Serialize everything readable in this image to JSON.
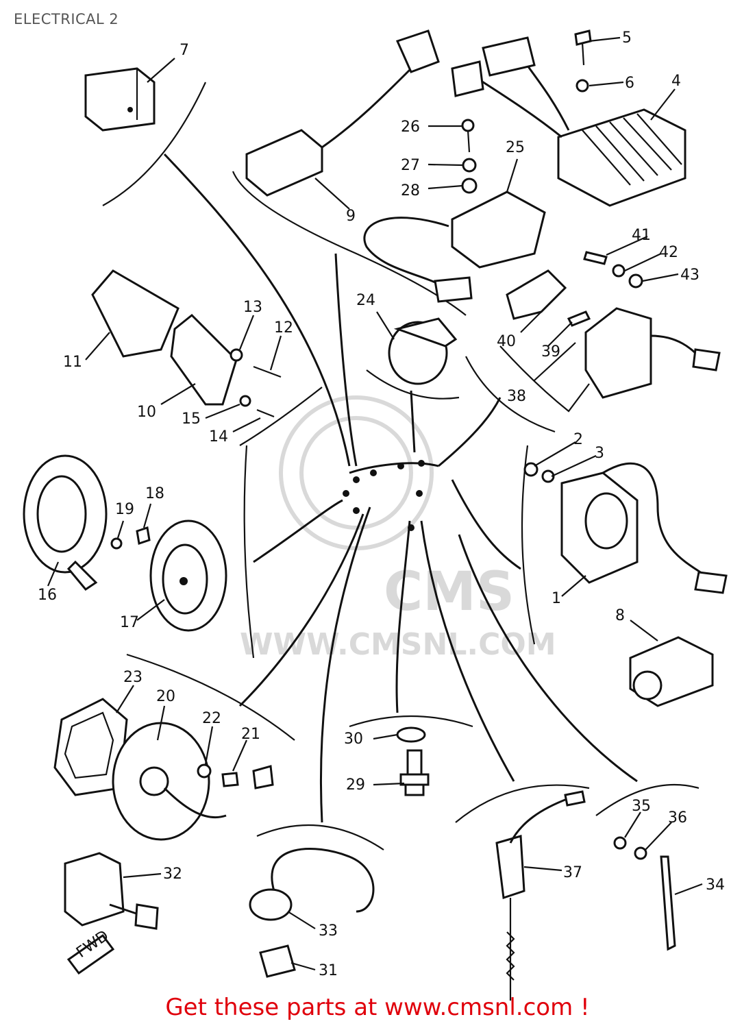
{
  "header": {
    "title": "ELECTRICAL 2"
  },
  "watermark": {
    "logo_text": "CMS",
    "url_text": "WWW.CMSNL.COM"
  },
  "footer": {
    "cta": "Get these parts at www.cmsnl.com !"
  },
  "colors": {
    "cta": "#e0000b",
    "title": "#555555",
    "ink": "#111111",
    "watermark": "#d9d9d9"
  },
  "callouts": {
    "c1": "1",
    "c2": "2",
    "c3": "3",
    "c4": "4",
    "c5": "5",
    "c6": "6",
    "c7": "7",
    "c8": "8",
    "c9": "9",
    "c10": "10",
    "c11": "11",
    "c12": "12",
    "c13": "13",
    "c14": "14",
    "c15": "15",
    "c16": "16",
    "c17": "17",
    "c18": "18",
    "c19": "19",
    "c20": "20",
    "c21": "21",
    "c22": "22",
    "c23": "23",
    "c24": "24",
    "c25": "25",
    "c26": "26",
    "c27": "27",
    "c28": "28",
    "c29": "29",
    "c30": "30",
    "c31": "31",
    "c32": "32",
    "c33": "33",
    "c34": "34",
    "c35": "35",
    "c36": "36",
    "c37": "37",
    "c38": "38",
    "c39": "39",
    "c40": "40",
    "c41": "41",
    "c42": "42",
    "c43": "43"
  },
  "stamp": {
    "fwd": "FWD"
  }
}
